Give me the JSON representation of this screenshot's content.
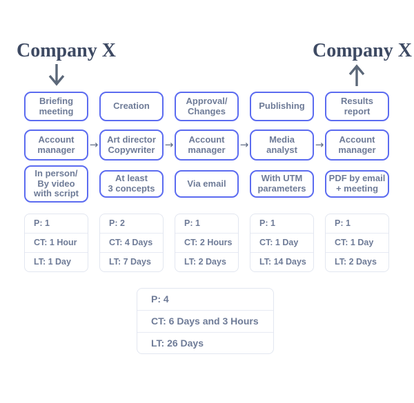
{
  "colors": {
    "background": "#ffffff",
    "box_border": "#5b6bf0",
    "box_text": "#6e7b97",
    "title_text": "#3e4a63",
    "big_arrow": "#5c6879",
    "small_arrow": "#5f6b85",
    "card_border": "#e2e6f0"
  },
  "titles": {
    "left": "Company X",
    "right": "Company X"
  },
  "icons": {
    "arrow_right": "→",
    "arrow_down": "↓",
    "arrow_up": "↑"
  },
  "columns": [
    {
      "stage": [
        "Briefing",
        "meeting"
      ],
      "role": [
        "Account",
        "manager"
      ],
      "detail": [
        "In person/",
        "By video",
        "with script"
      ],
      "metrics": [
        "P: 1",
        "CT: 1 Hour",
        "LT: 1 Day"
      ]
    },
    {
      "stage": [
        "Creation"
      ],
      "role": [
        "Art director",
        "Copywriter"
      ],
      "detail": [
        "At least",
        "3 concepts"
      ],
      "metrics": [
        "P: 2",
        "CT: 4 Days",
        "LT: 7 Days"
      ]
    },
    {
      "stage": [
        "Approval/",
        "Changes"
      ],
      "role": [
        "Account",
        "manager"
      ],
      "detail": [
        "Via email"
      ],
      "metrics": [
        "P: 1",
        "CT: 2 Hours",
        "LT: 2 Days"
      ]
    },
    {
      "stage": [
        "Publishing"
      ],
      "role": [
        "Media",
        "analyst"
      ],
      "detail": [
        "With UTM",
        "parameters"
      ],
      "metrics": [
        "P: 1",
        "CT: 1 Day",
        "LT: 14 Days"
      ]
    },
    {
      "stage": [
        "Results",
        "report"
      ],
      "role": [
        "Account",
        "manager"
      ],
      "detail": [
        "PDF by email",
        "+ meeting"
      ],
      "metrics": [
        "P: 1",
        "CT: 1 Day",
        "LT: 2 Days"
      ]
    }
  ],
  "summary": [
    "P: 4",
    "CT: 6 Days and 3 Hours",
    "LT: 26 Days"
  ]
}
